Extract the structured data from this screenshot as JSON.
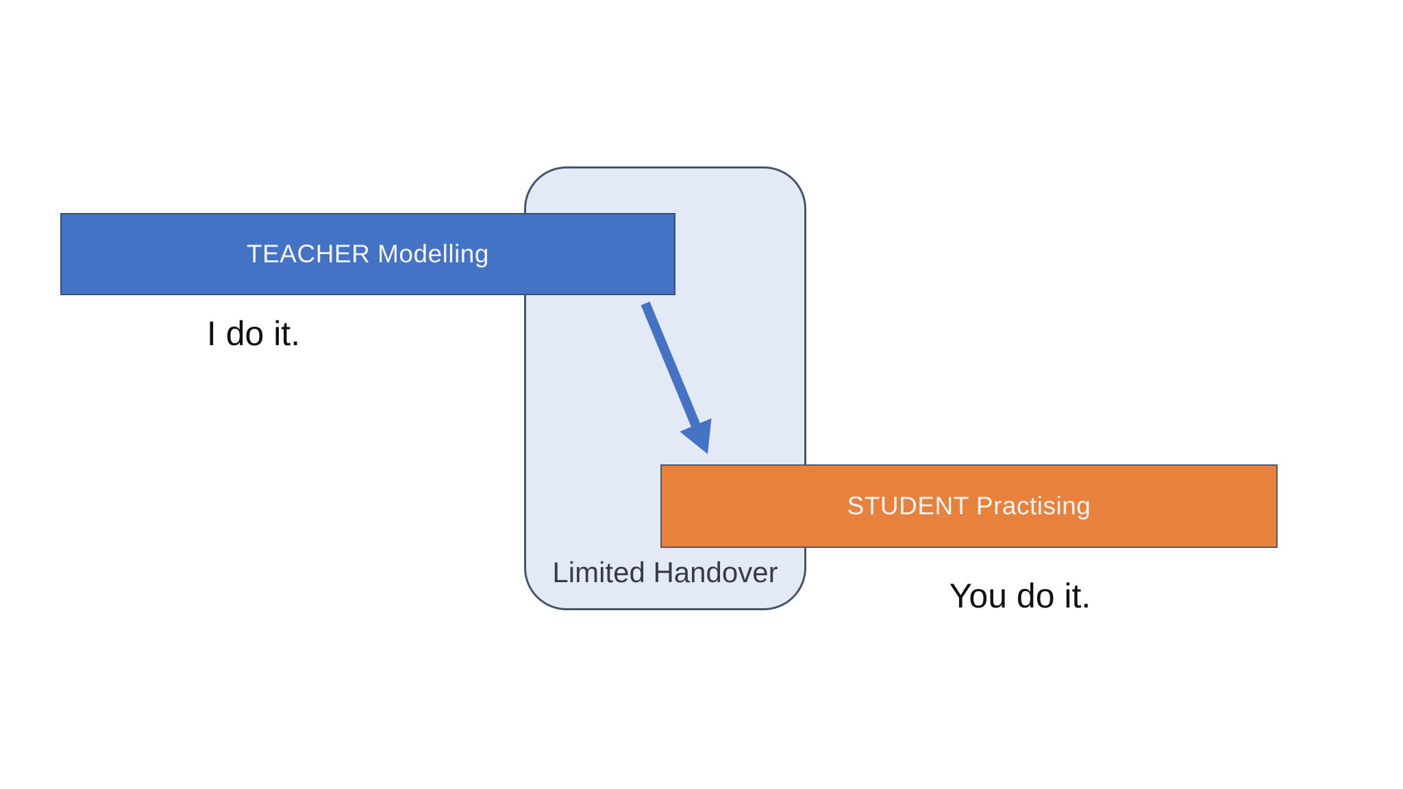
{
  "diagram": {
    "title_hint": "gradual release of responsibility",
    "teacher_box": {
      "label": "TEACHER Modelling"
    },
    "teacher_caption": "I do it.",
    "handover_box": {
      "label": "Limited Handover"
    },
    "student_box": {
      "label": "STUDENT Practising"
    },
    "student_caption": "You do it."
  },
  "colors": {
    "background": "#ffffff",
    "teacher_fill": "#4472C4",
    "teacher_border": "#35507E",
    "student_fill": "#E8813C",
    "student_border": "#505A6B",
    "handover_fill": "#E4EAF5",
    "handover_border": "#44546A",
    "handover_text": "#3A3A45",
    "box_text": "#F5F5F5",
    "caption_text": "#111111",
    "arrow": "#4472C4"
  }
}
